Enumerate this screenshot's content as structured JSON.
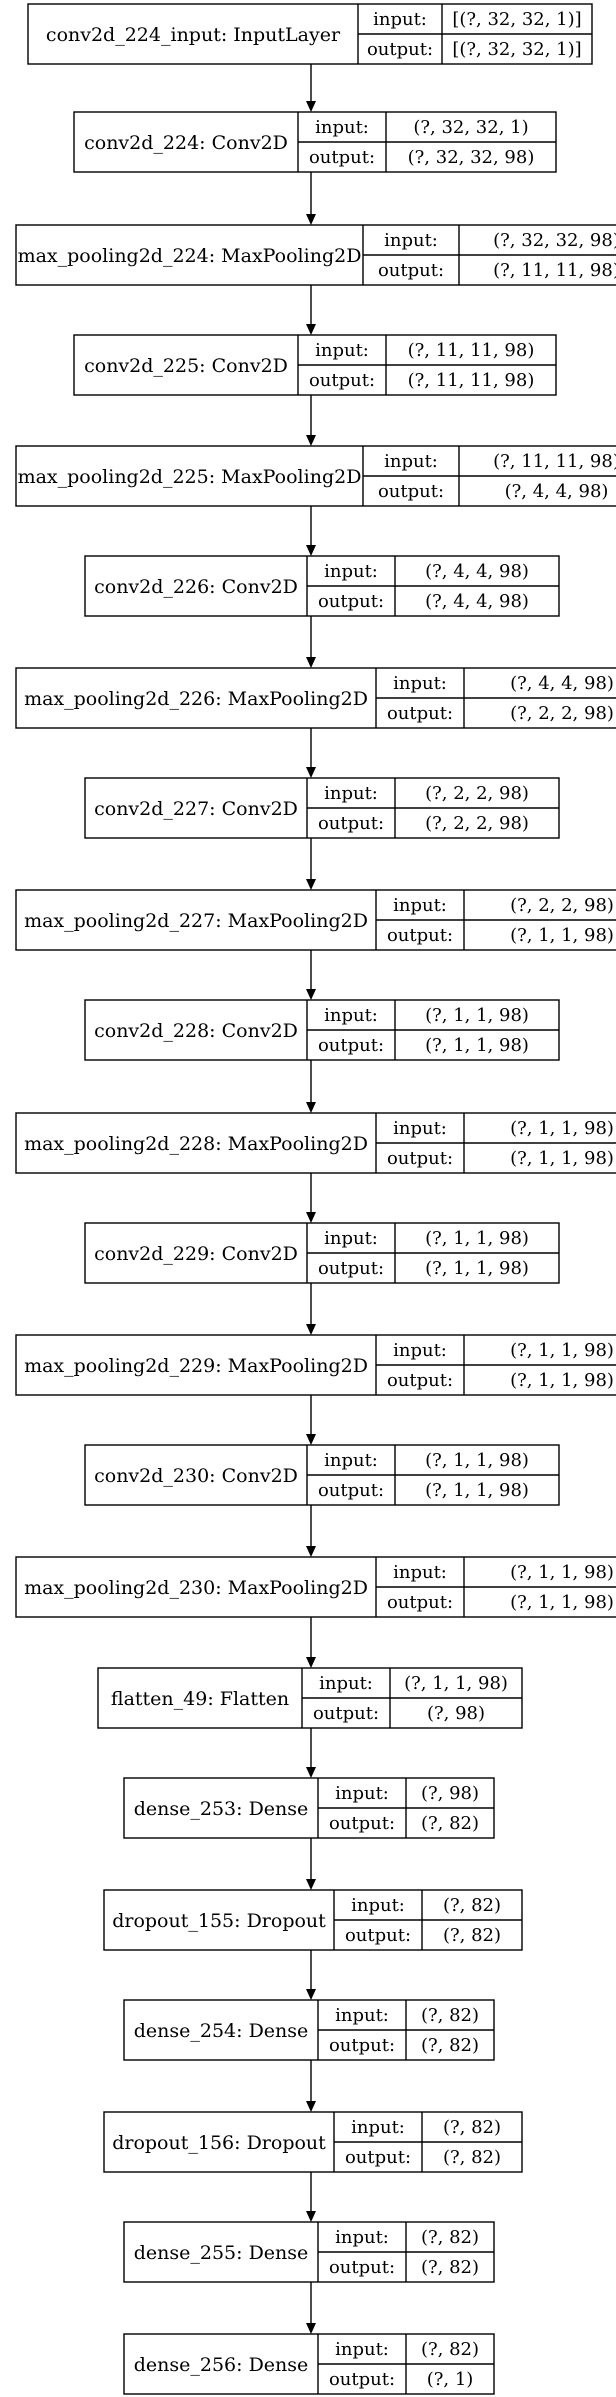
{
  "layers": [
    {
      "name": "conv2d_224_input: InputLayer",
      "input": "[(?, 32, 32, 1)]",
      "output": "[(?, 32, 32, 1)]"
    },
    {
      "name": "conv2d_224: Conv2D",
      "input": "(?, 32, 32, 1)",
      "output": "(?, 32, 32, 98)"
    },
    {
      "name": "max_pooling2d_224: MaxPooling2D",
      "input": "(?, 32, 32, 98)",
      "output": "(?, 11, 11, 98)"
    },
    {
      "name": "conv2d_225: Conv2D",
      "input": "(?, 11, 11, 98)",
      "output": "(?, 11, 11, 98)"
    },
    {
      "name": "max_pooling2d_225: MaxPooling2D",
      "input": "(?, 11, 11, 98)",
      "output": "(?, 4, 4, 98)"
    },
    {
      "name": "conv2d_226: Conv2D",
      "input": "(?, 4, 4, 98)",
      "output": "(?, 4, 4, 98)"
    },
    {
      "name": "max_pooling2d_226: MaxPooling2D",
      "input": "(?, 4, 4, 98)",
      "output": "(?, 2, 2, 98)"
    },
    {
      "name": "conv2d_227: Conv2D",
      "input": "(?, 2, 2, 98)",
      "output": "(?, 2, 2, 98)"
    },
    {
      "name": "max_pooling2d_227: MaxPooling2D",
      "input": "(?, 2, 2, 98)",
      "output": "(?, 1, 1, 98)"
    },
    {
      "name": "conv2d_228: Conv2D",
      "input": "(?, 1, 1, 98)",
      "output": "(?, 1, 1, 98)"
    },
    {
      "name": "max_pooling2d_228: MaxPooling2D",
      "input": "(?, 1, 1, 98)",
      "output": "(?, 1, 1, 98)"
    },
    {
      "name": "conv2d_229: Conv2D",
      "input": "(?, 1, 1, 98)",
      "output": "(?, 1, 1, 98)"
    },
    {
      "name": "max_pooling2d_229: MaxPooling2D",
      "input": "(?, 1, 1, 98)",
      "output": "(?, 1, 1, 98)"
    },
    {
      "name": "conv2d_230: Conv2D",
      "input": "(?, 1, 1, 98)",
      "output": "(?, 1, 1, 98)"
    },
    {
      "name": "max_pooling2d_230: MaxPooling2D",
      "input": "(?, 1, 1, 98)",
      "output": "(?, 1, 1, 98)"
    },
    {
      "name": "flatten_49: Flatten",
      "input": "(?, 1, 1, 98)",
      "output": "(?, 98)"
    },
    {
      "name": "dense_253: Dense",
      "input": "(?, 98)",
      "output": "(?, 82)"
    },
    {
      "name": "dropout_155: Dropout",
      "input": "(?, 82)",
      "output": "(?, 82)"
    },
    {
      "name": "dense_254: Dense",
      "input": "(?, 82)",
      "output": "(?, 82)"
    },
    {
      "name": "dropout_156: Dropout",
      "input": "(?, 82)",
      "output": "(?, 82)"
    },
    {
      "name": "dense_255: Dense",
      "input": "(?, 82)",
      "output": "(?, 82)"
    },
    {
      "name": "dense_256: Dense",
      "input": "(?, 82)",
      "output": "(?, 1)"
    }
  ],
  "labels": {
    "input": "input:",
    "output": "output:"
  }
}
